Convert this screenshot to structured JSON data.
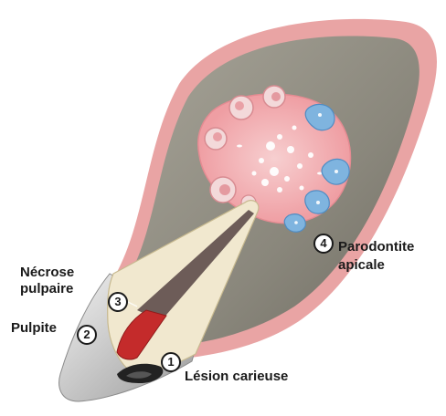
{
  "labels": {
    "necrose_line1": "Nécrose",
    "necrose_line2": "pulpaire",
    "pulpite": "Pulpite",
    "parodontite_line1": "Parodontite",
    "parodontite_line2": "apicale",
    "lesion": "Lésion carieuse"
  },
  "markers": {
    "m1": "1",
    "m2": "2",
    "m3": "3",
    "m4": "4"
  },
  "colors": {
    "gum": "#e9a4a4",
    "bone": "#8d8a7f",
    "lesion_area": "#f6c4c6",
    "dentin": "#f1e8cf",
    "pulp_inflamed": "#c42b2b",
    "enamel": "#d3d3d3",
    "caries": "#222222",
    "bacteria_blue": "#7fb4df"
  }
}
